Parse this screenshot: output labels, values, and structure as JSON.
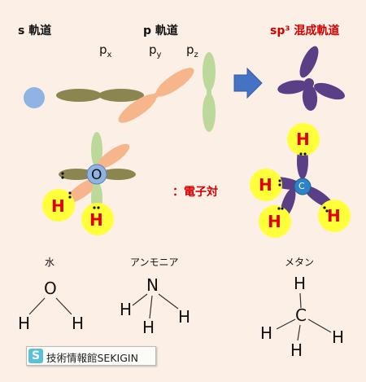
{
  "headers": {
    "s_orbital": "s 軌道",
    "p_orbital": "p 軌道",
    "hybrid": "sp³ 混成軌道"
  },
  "p_labels": {
    "x": {
      "base": "p",
      "sub": "x"
    },
    "y": {
      "base": "p",
      "sub": "y"
    },
    "z": {
      "base": "p",
      "sub": "z"
    }
  },
  "water_orbital": {
    "center": "O",
    "h1": "H",
    "h2": "H"
  },
  "lone_pair_label": "：電子対",
  "methane_orbital": {
    "center": "C",
    "h_top": "H",
    "h_left": "H",
    "h_right": "H",
    "h_bottom": "H"
  },
  "molecules": {
    "water": {
      "name": "水",
      "center": "O",
      "h1": "H",
      "h2": "H"
    },
    "ammonia": {
      "name": "アンモニア",
      "center": "N",
      "h1": "H",
      "h2": "H",
      "h3": "H"
    },
    "methane": {
      "name": "メタン",
      "center": "C",
      "h1": "H",
      "h2": "H",
      "h3": "H",
      "h4": "H"
    }
  },
  "badge": {
    "logo": "S",
    "text": "技術情報館SEKIGIN"
  },
  "colors": {
    "background": "#fcefe6",
    "s_orbital": "#8fb3e3",
    "px_orbital": "#8b8550",
    "py_orbital": "#f6b58a",
    "pz_orbital": "#bcd89a",
    "hybrid": "#5b3f86",
    "hydrogen": "#ffff3a",
    "h_text": "#e00000",
    "arrow": "#4472c4"
  }
}
